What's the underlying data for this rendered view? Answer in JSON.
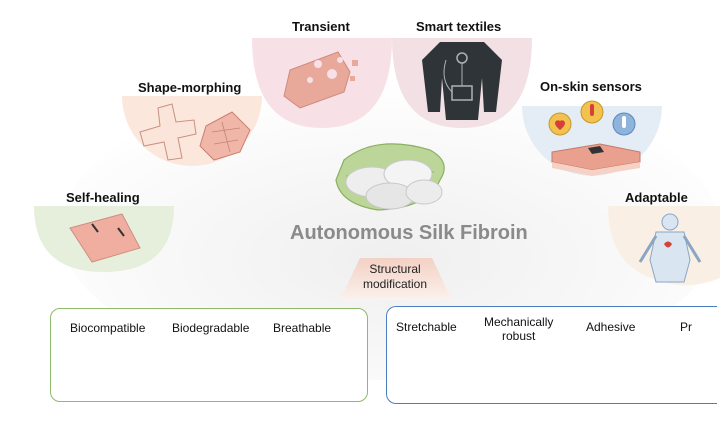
{
  "center": {
    "title": "Autonomous Silk Fibroin"
  },
  "modification": {
    "line1": "Structural",
    "line2": "modification"
  },
  "outer": {
    "transient": "Transient",
    "smart_textiles": "Smart textiles",
    "shape_morphing": "Shape-morphing",
    "on_skin_sensors": "On-skin sensors",
    "self_healing": "Self-healing",
    "adaptable": "Adaptable"
  },
  "inherent": {
    "biocompatible": "Biocompatible",
    "biodegradable": "Biodegradable",
    "breathable": "Breathable"
  },
  "engineered": {
    "stretchable": "Stretchable",
    "mech_line1": "Mechanically",
    "mech_line2": "robust",
    "adhesive": "Adhesive",
    "cut": "Pr"
  },
  "colors": {
    "pink_panel": "#f7e1e6",
    "peach_panel": "#fbe7dc",
    "green_panel": "#e6efdb",
    "blue_panel": "#e4edf5",
    "cream_panel": "#f9efe4",
    "green_box": "#8dbb6a",
    "blue_box": "#4a7ec2",
    "title_gray": "#8a8a8a"
  }
}
